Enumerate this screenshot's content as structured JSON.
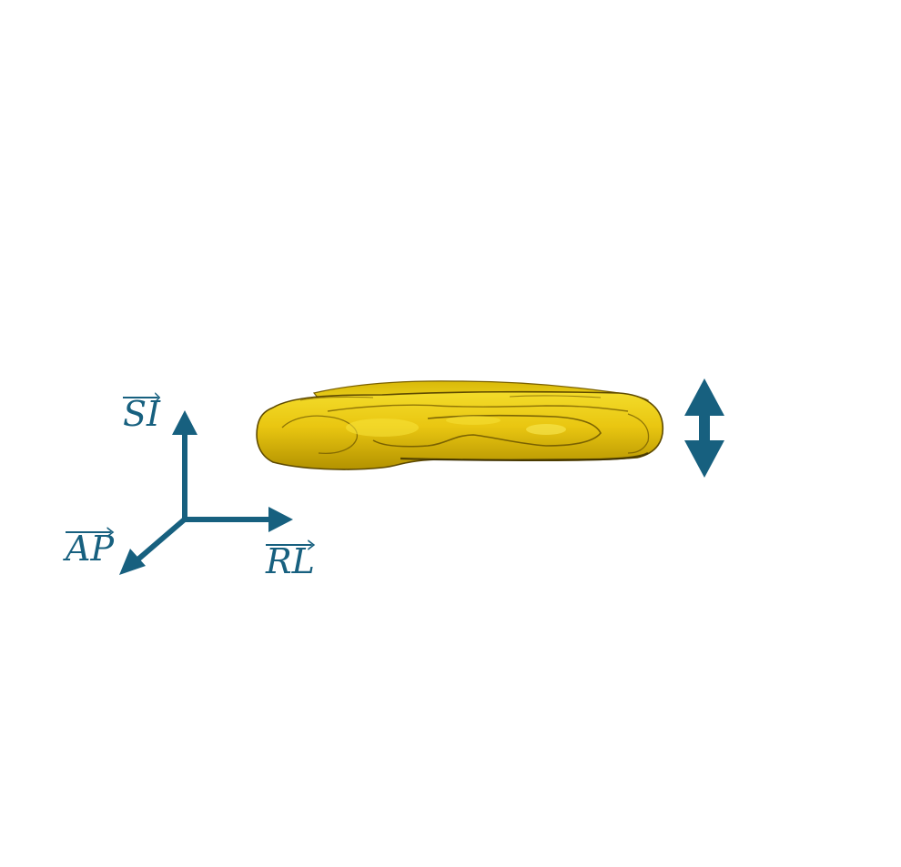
{
  "axes": {
    "si_label": "SI",
    "ap_label": "AP",
    "rl_label": "RL"
  },
  "colors": {
    "axis": "#17607f",
    "object_fill": "#e8c410",
    "object_shadow": "#8a6d00",
    "object_highlight": "#f7e43a",
    "motion_arrow": "#17607f"
  },
  "icons": {
    "motion_indicator": "double-vertical-arrow-icon",
    "coordinate_frame": "axes-icon"
  }
}
